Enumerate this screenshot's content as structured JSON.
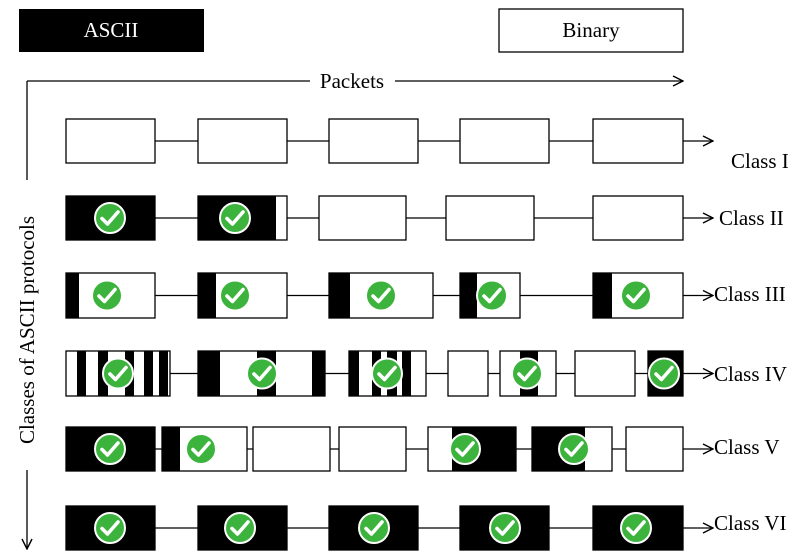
{
  "legend": {
    "ascii_label": "ASCII",
    "binary_label": "Binary",
    "ascii_color": "#000000",
    "binary_color": "#ffffff"
  },
  "axes": {
    "x_label": "Packets",
    "y_label": "Classes of ASCII protocols"
  },
  "check_color": "#3cb33c",
  "check_icon": "check-circle-icon",
  "classes": [
    {
      "label": "Class I"
    },
    {
      "label": "Class II"
    },
    {
      "label": "Class III"
    },
    {
      "label": "Class IV"
    },
    {
      "label": "Class V"
    },
    {
      "label": "Class VI"
    }
  ]
}
